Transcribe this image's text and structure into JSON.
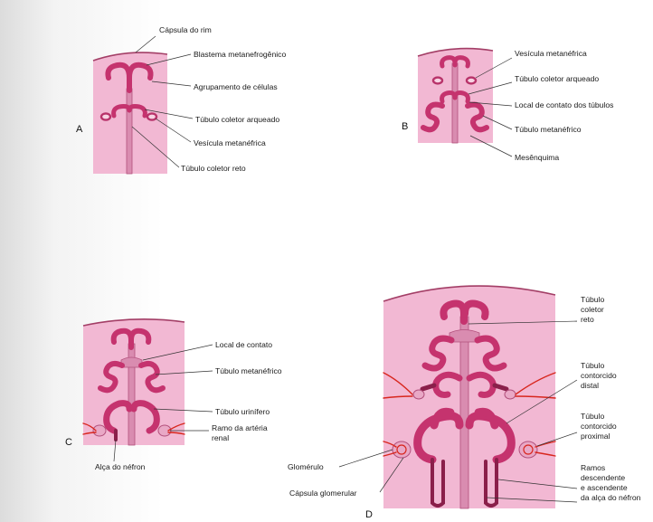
{
  "panels": {
    "A": {
      "letter": "A",
      "labels": {
        "capsula_rim": "Cápsula do rim",
        "blastema": "Blastema metanefrogênico",
        "agrupamento": "Agrupamento de células",
        "coletor_arqueado": "Túbulo coletor arqueado",
        "vesicula": "Vesícula metanéfrica",
        "coletor_reto": "Túbulo coletor reto"
      }
    },
    "B": {
      "letter": "B",
      "labels": {
        "vesicula": "Vesícula metanéfrica",
        "coletor_arqueado": "Túbulo coletor arqueado",
        "contato": "Local de contato dos túbulos",
        "metanefrico": "Túbulo metanéfrico",
        "mesenquima": "Mesênquima"
      }
    },
    "C": {
      "letter": "C",
      "labels": {
        "contato": "Local de contato",
        "metanefrico": "Túbulo metanéfrico",
        "urinifero": "Túbulo urinífero",
        "ramo_1": "Ramo da artéria",
        "ramo_2": "renal",
        "alca": "Alça do néfron"
      }
    },
    "D": {
      "letter": "D",
      "labels": {
        "coletor_1": "Túbulo",
        "coletor_2": "coletor",
        "coletor_3": "reto",
        "distal_1": "Túbulo",
        "distal_2": "contorcido",
        "distal_3": "distal",
        "proximal_1": "Túbulo",
        "proximal_2": "contorcido",
        "proximal_3": "proximal",
        "ramos_1": "Ramos",
        "ramos_2": "descendente",
        "ramos_3": "e ascendente",
        "ramos_4": "da alça do néfron",
        "glomerulo": "Glomérulo",
        "capsula_glomerular": "Cápsula glomerular"
      }
    }
  },
  "colors": {
    "tissue": "#f2b8d3",
    "tubule": "#c5336e",
    "tubule_dark": "#8a1f4a",
    "artery": "#d8261d"
  }
}
